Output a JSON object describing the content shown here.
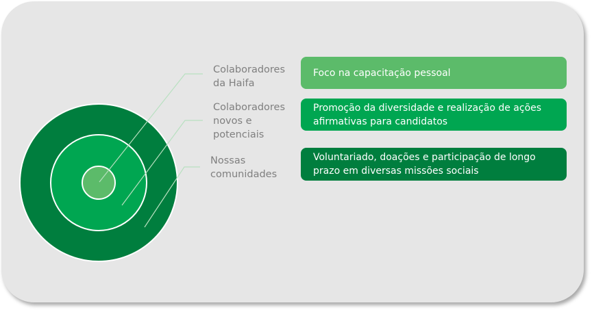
{
  "colors": {
    "ring_inner": "#5cbb6a",
    "ring_middle": "#00a651",
    "ring_outer": "#007e3e",
    "background": "#e6e6e6",
    "label": "#7f7f7f"
  },
  "rings": [
    {
      "label_lines": [
        "Colaboradores",
        "da Haifa"
      ],
      "description": "Foco na capacitação pessoal"
    },
    {
      "label_lines": [
        "Colaboradores",
        "novos e",
        "potenciais"
      ],
      "description": "Promoção da diversidade e realização de ações afirmativas para candidatos"
    },
    {
      "label_lines": [
        "Nossas",
        "comunidades"
      ],
      "description": "Voluntariado, doações e participação de longo prazo em diversas missões sociais"
    }
  ]
}
